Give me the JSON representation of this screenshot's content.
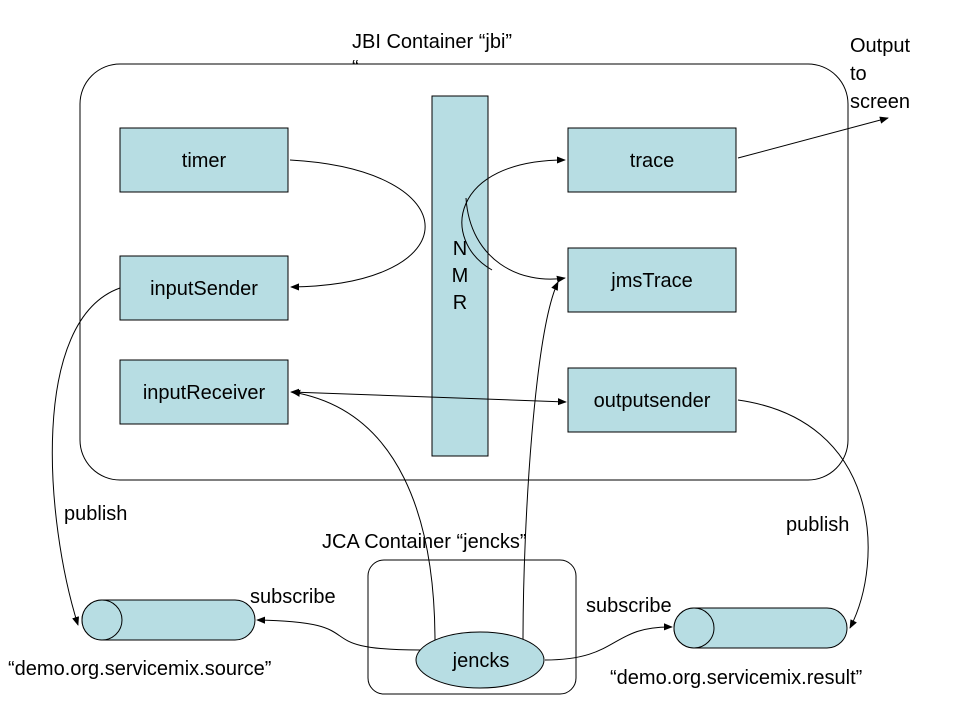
{
  "containers": {
    "jbi_label": "JBI Container “jbi”",
    "jbi_label_extra": "“",
    "jca_label": "JCA Container “jencks”"
  },
  "components": {
    "timer": "timer",
    "input_sender": "inputSender",
    "input_receiver": "inputReceiver",
    "trace": "trace",
    "jms_trace": "jmsTrace",
    "output_sender": "outputsender",
    "nmr": [
      "N",
      "M",
      "R"
    ],
    "jencks": "jencks"
  },
  "queues": {
    "source": "“demo.org.servicemix.source”",
    "result": "“demo.org.servicemix.result”"
  },
  "edge_labels": {
    "output": [
      "Output",
      "to",
      "screen"
    ],
    "publish_left": "publish",
    "publish_right": "publish",
    "subscribe_left": "subscribe",
    "subscribe_right": "subscribe"
  }
}
